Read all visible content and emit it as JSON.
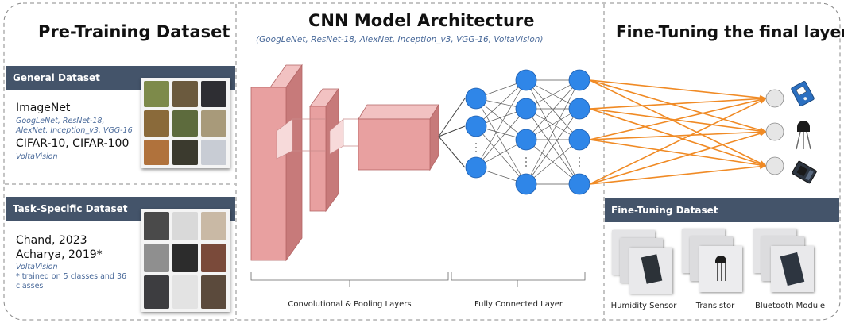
{
  "left_panel": {
    "title": "Pre-Training Dataset",
    "general": {
      "band_label": "General Dataset",
      "imagenet_label": "ImageNet",
      "imagenet_models_line1": "GoogLeNet, ResNet-18,",
      "imagenet_models_line2": "AlexNet, Inception_v3, VGG-16",
      "cifar_label": "CIFAR-10, CIFAR-100",
      "cifar_models": "VoltaVision"
    },
    "task": {
      "band_label": "Task-Specific Dataset",
      "ref1": "Chand, 2023",
      "ref2": "Acharya, 2019*",
      "ref_model": "VoltaVision",
      "footnote": "* trained on 5 classes and 36 classes"
    }
  },
  "middle_panel": {
    "title": "CNN Model Architecture",
    "subtitle": "(GoogLeNet, ResNet-18, AlexNet, Inception_v3, VGG-16, VoltaVision)",
    "conv_caption": "Convolutional & Pooling Layers",
    "fc_caption": "Fully Connected Layer"
  },
  "right_panel": {
    "title": "Fine-Tuning the final layer",
    "band_label": "Fine-Tuning Dataset",
    "items": [
      {
        "label": "Humidity Sensor"
      },
      {
        "label": "Transistor"
      },
      {
        "label": "Bluetooth Module"
      }
    ]
  },
  "colors": {
    "band": "#44546a",
    "conv_front": "#e8a0a0",
    "conv_side": "#c77a7a",
    "conv_top": "#f2c2c2",
    "node_blue": "#2f86e8",
    "orange_edge": "#f08a24",
    "output_node": "#e6e6e6",
    "subtitle_blue": "#4a6a9a"
  }
}
